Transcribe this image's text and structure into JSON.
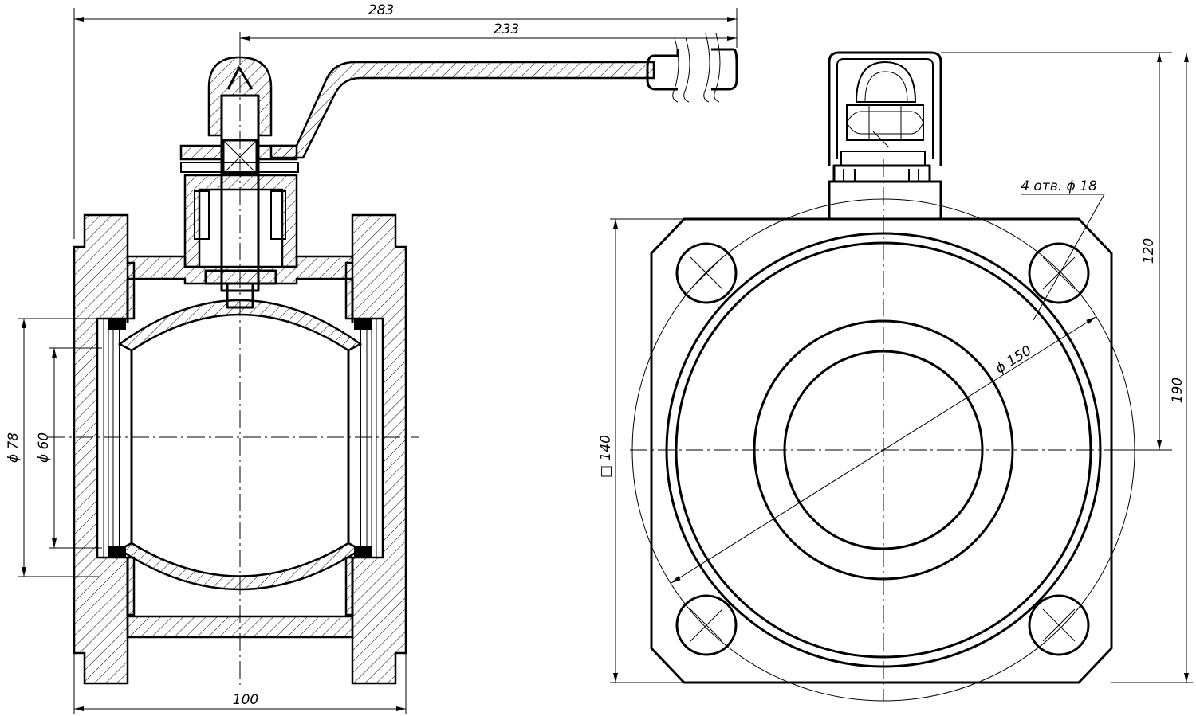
{
  "labels": {
    "overall_length": "283",
    "handle_length": "233",
    "body_length": "100",
    "bore_outer": "ϕ 78",
    "bore_inner": "ϕ 60",
    "flange_square": "□ 140",
    "bolt_circle": "ϕ 150",
    "holes_note": "4 отв. ϕ 18",
    "stem_height": "120",
    "total_height": "190"
  }
}
